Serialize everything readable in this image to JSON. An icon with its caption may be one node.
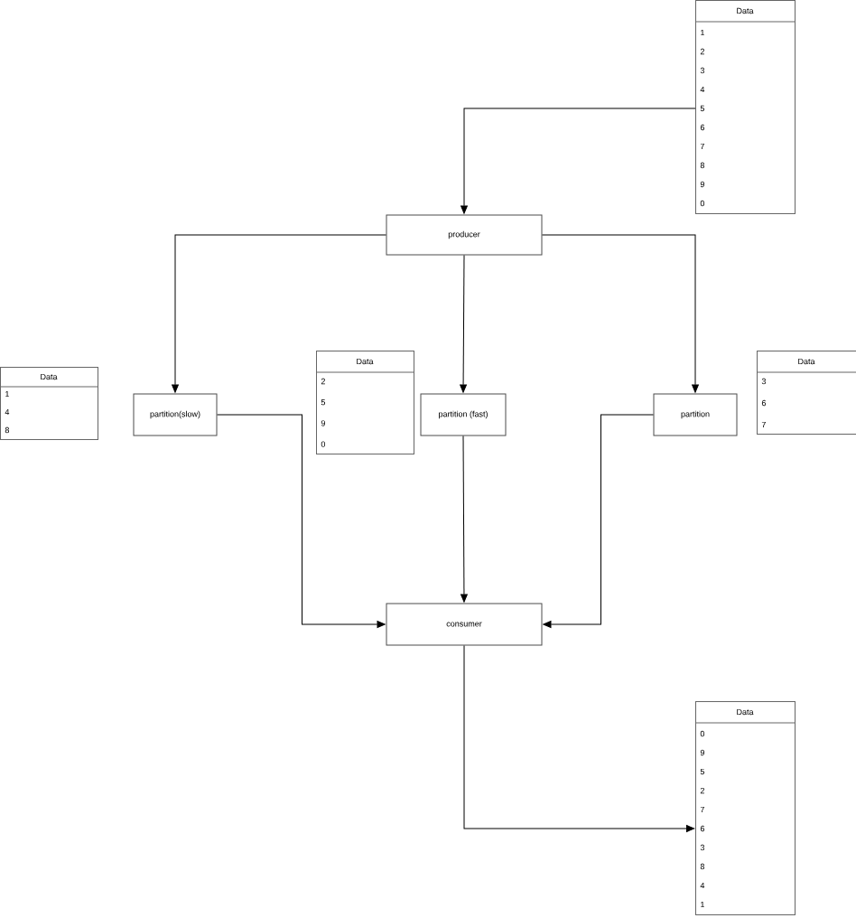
{
  "diagram": {
    "nodes": [
      {
        "text": [
          "Data",
          "1",
          "2",
          "3",
          "4",
          "5",
          "6",
          "7",
          "8",
          "9",
          "0"
        ]
      },
      {
        "text": [
          "producer"
        ]
      },
      {
        "text": [
          "Data",
          "1",
          "4",
          "8"
        ]
      },
      {
        "text": [
          "partition(slow)"
        ]
      },
      {
        "text": [
          "Data",
          "2",
          "5",
          "9",
          "0"
        ]
      },
      {
        "text": [
          "partition (fast)"
        ]
      },
      {
        "text": [
          "Data",
          "3",
          "6",
          "7"
        ]
      },
      {
        "text": [
          "partition"
        ]
      },
      {
        "text": [
          "consumer"
        ]
      },
      {
        "text": [
          "Data",
          "0",
          "9",
          "5",
          "2",
          "7",
          "6",
          "3",
          "8",
          "4",
          "1"
        ]
      }
    ],
    "edges": [
      {
        "from": 0,
        "to": 1,
        "arrow": "to"
      },
      {
        "from": 1,
        "to": 3,
        "arrow": "to"
      },
      {
        "from": 1,
        "to": 5,
        "arrow": "to"
      },
      {
        "from": 1,
        "to": 7,
        "arrow": "to"
      },
      {
        "from": 3,
        "to": 8,
        "arrow": "to"
      },
      {
        "from": 5,
        "to": 8,
        "arrow": "to"
      },
      {
        "from": 7,
        "to": 8,
        "arrow": "to"
      },
      {
        "from": 8,
        "to": 9,
        "arrow": "to"
      }
    ]
  }
}
